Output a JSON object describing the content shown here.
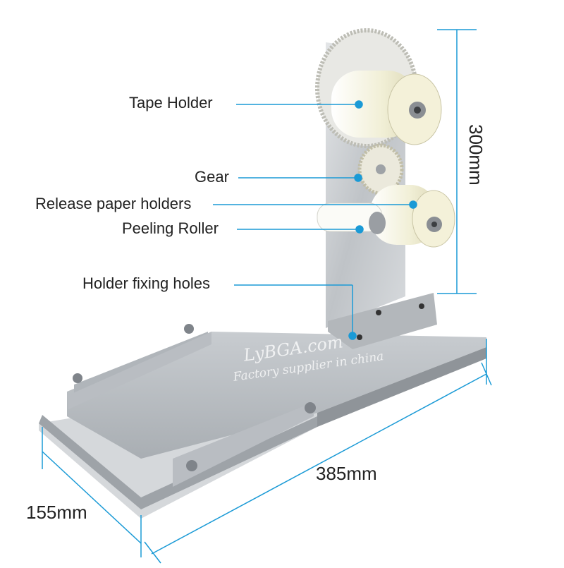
{
  "labels": {
    "tape_holder": "Tape Holder",
    "gear": "Gear",
    "release_paper_holders": "Release paper holders",
    "peeling_roller": "Peeling Roller",
    "holder_fixing_holes": "Holder fixing holes"
  },
  "dimensions": {
    "height": "300mm",
    "length": "385mm",
    "width": "155mm"
  },
  "watermark": {
    "brand": "LyBGA.com",
    "tagline": "Factory supplier in china"
  },
  "colors": {
    "accent": "#1a9ad6",
    "steel": "#c9ccd0",
    "roller": "#f2efcf"
  }
}
